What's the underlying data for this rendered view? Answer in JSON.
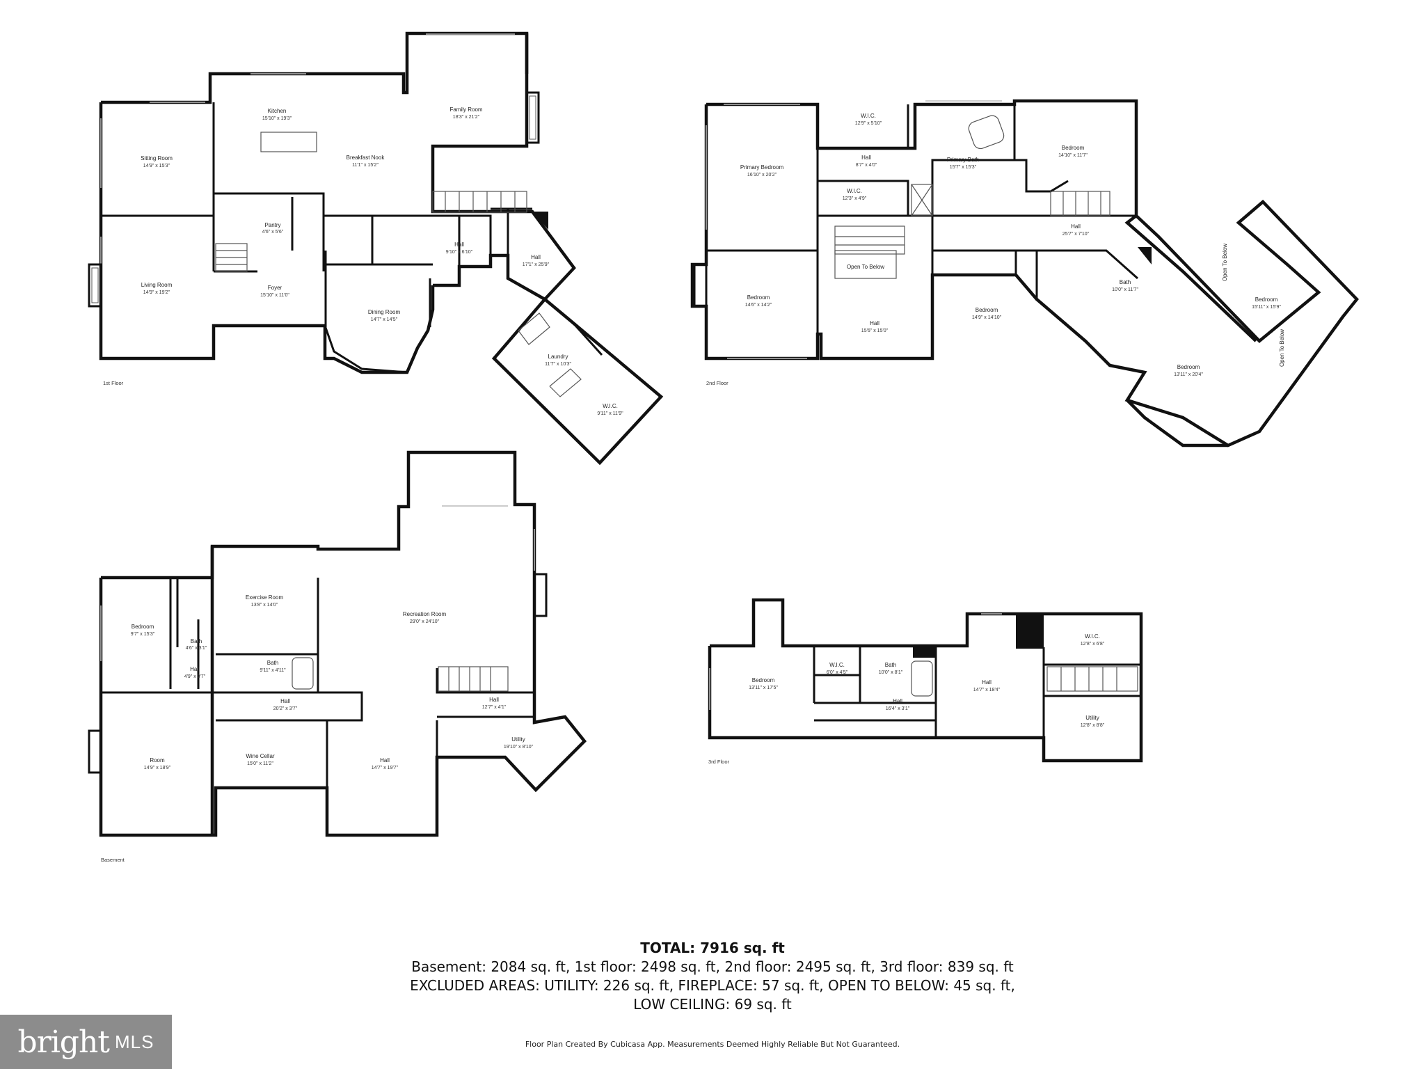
{
  "floors": {
    "first": {
      "label": "1st Floor",
      "rooms": [
        {
          "name": "Kitchen",
          "dim": "15'10\" x 19'3\""
        },
        {
          "name": "Family Room",
          "dim": "18'3\" x 21'2\""
        },
        {
          "name": "Sitting Room",
          "dim": "14'9\" x 15'3\""
        },
        {
          "name": "Breakfast Nook",
          "dim": "11'1\" x 15'2\""
        },
        {
          "name": "Pantry",
          "dim": "4'6\" x 5'6\""
        },
        {
          "name": "Living Room",
          "dim": "14'9\" x 19'2\""
        },
        {
          "name": "Foyer",
          "dim": "15'10\" x 11'0\""
        },
        {
          "name": "Hall",
          "dim": "9'10\" x 6'10\""
        },
        {
          "name": "Hall",
          "dim": "17'1\" x 25'9\""
        },
        {
          "name": "Dining Room",
          "dim": "14'7\" x 14'5\""
        },
        {
          "name": "Laundry",
          "dim": "11'7\" x 10'3\""
        },
        {
          "name": "W.I.C.",
          "dim": "9'11\" x 11'9\""
        }
      ]
    },
    "second": {
      "label": "2nd Floor",
      "rooms": [
        {
          "name": "W.I.C.",
          "dim": "12'9\" x 5'10\""
        },
        {
          "name": "Primary Bedroom",
          "dim": "16'10\" x 20'2\""
        },
        {
          "name": "Hall",
          "dim": "8'7\" x 4'0\""
        },
        {
          "name": "Primary Bath",
          "dim": "15'7\" x 15'3\""
        },
        {
          "name": "Bedroom",
          "dim": "14'10\" x 11'7\""
        },
        {
          "name": "W.I.C.",
          "dim": "12'3\" x 4'9\""
        },
        {
          "name": "Hall",
          "dim": "25'7\" x 7'10\""
        },
        {
          "name": "Open To Below",
          "dim": ""
        },
        {
          "name": "Bedroom",
          "dim": "14'6\" x 14'2\""
        },
        {
          "name": "Hall",
          "dim": "15'6\" x 15'0\""
        },
        {
          "name": "Bedroom",
          "dim": "14'9\" x 14'10\""
        },
        {
          "name": "Bath",
          "dim": "10'0\" x 11'7\""
        },
        {
          "name": "Bedroom",
          "dim": "15'11\" x 15'9\""
        },
        {
          "name": "Bedroom",
          "dim": "13'11\" x 20'4\""
        }
      ],
      "rotated": [
        "Open To Below",
        "Open To Below"
      ]
    },
    "basement": {
      "label": "Basement",
      "rooms": [
        {
          "name": "Exercise Room",
          "dim": "13'8\" x 14'0\""
        },
        {
          "name": "Recreation Room",
          "dim": "29'0\" x 24'10\""
        },
        {
          "name": "Bedroom",
          "dim": "9'7\" x 15'3\""
        },
        {
          "name": "Bath",
          "dim": "4'6\" x 3'1\""
        },
        {
          "name": "Bath",
          "dim": "9'11\" x 4'11\""
        },
        {
          "name": "Hall",
          "dim": "4'9\" x 3'7\""
        },
        {
          "name": "Hall",
          "dim": "20'2\" x 3'7\""
        },
        {
          "name": "Hall",
          "dim": "12'7\" x 4'1\""
        },
        {
          "name": "Utility",
          "dim": "19'10\" x 8'10\""
        },
        {
          "name": "Room",
          "dim": "14'9\" x 18'9\""
        },
        {
          "name": "Wine Cellar",
          "dim": "15'0\" x 11'2\""
        },
        {
          "name": "Hall",
          "dim": "14'7\" x 19'7\""
        }
      ]
    },
    "third": {
      "label": "3rd Floor",
      "rooms": [
        {
          "name": "W.I.C.",
          "dim": "12'8\" x 6'8\""
        },
        {
          "name": "Bedroom",
          "dim": "13'11\" x 17'5\""
        },
        {
          "name": "W.I.C.",
          "dim": "6'0\" x 4'5\""
        },
        {
          "name": "Bath",
          "dim": "10'0\" x 8'1\""
        },
        {
          "name": "Hall",
          "dim": "14'7\" x 18'4\""
        },
        {
          "name": "Hall",
          "dim": "16'4\" x 3'1\""
        },
        {
          "name": "Utility",
          "dim": "12'8\" x 8'8\""
        }
      ]
    }
  },
  "summary": {
    "total": "TOTAL: 7916 sq. ft",
    "line1": "Basement: 2084 sq. ft, 1st floor: 2498 sq. ft, 2nd floor: 2495 sq. ft, 3rd floor: 839 sq. ft",
    "line2": "EXCLUDED AREAS: UTILITY: 226 sq. ft, FIREPLACE: 57 sq. ft, OPEN TO BELOW: 45 sq. ft,",
    "line3": "LOW CEILING: 69 sq. ft",
    "credit": "Floor Plan Created By Cubicasa App. Measurements Deemed Highly Reliable But Not Guaranteed."
  },
  "logo": {
    "brand": "bright",
    "suffix": "MLS"
  }
}
